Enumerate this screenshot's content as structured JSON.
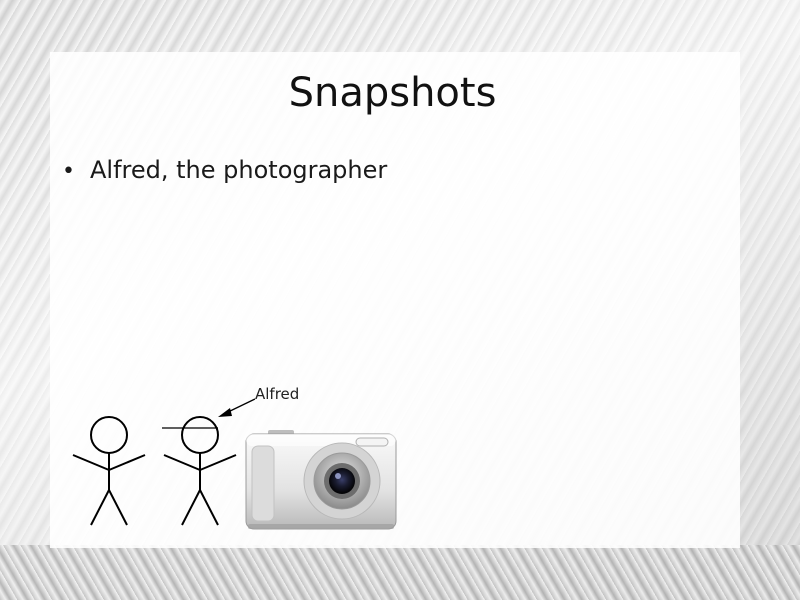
{
  "slide": {
    "title": "Snapshots",
    "bullets": [
      {
        "text": "Alfred, the photographer",
        "marker": "•"
      }
    ]
  },
  "illustration": {
    "callout_label": "Alfred",
    "figures": [
      "stick-figure",
      "stick-figure-alfred"
    ],
    "camera_icon": "camera-icon"
  }
}
